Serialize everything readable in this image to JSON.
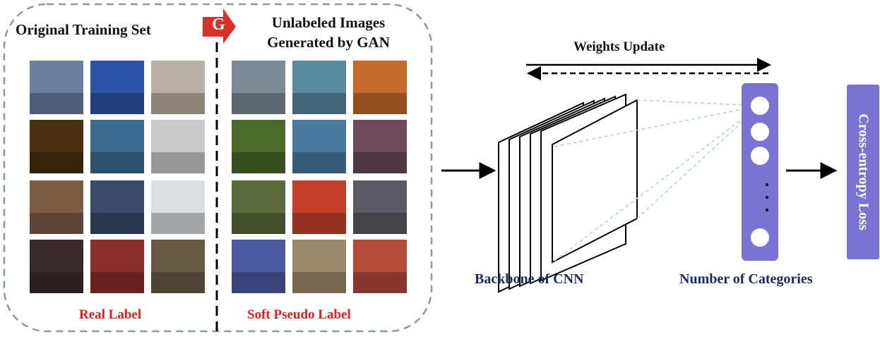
{
  "left_panel": {
    "title": "Original Training  Set",
    "label": "Real Label"
  },
  "generator": {
    "letter": "G"
  },
  "right_panel": {
    "title_line1": "Unlabeled Images",
    "title_line2": "Generated by GAN",
    "label": "Soft Pseudo Label"
  },
  "network": {
    "weights_update": "Weights Update",
    "backbone": "Backbone of CNN",
    "categories": "Number of Categories",
    "loss": "Cross-entropy Loss"
  },
  "colors": {
    "panel_border": "#8a9a9c",
    "red_label": "#e41b1b",
    "navy_label": "#1b2a5e",
    "node_fill": "#7b73d4",
    "dashed_lines": "#a8d4e2",
    "g_arrow": "#d9302a"
  },
  "real_images": [
    [
      "#6b7da0",
      "#2a55a8",
      "#b8b0a4"
    ],
    [
      "#4a2e10",
      "#3a6a92",
      "#c8cbc8"
    ],
    [
      "#7c5a44",
      "#3a4a6a",
      "#d8dee2"
    ],
    [
      "#3a2a2a",
      "#8a2c2c",
      "#6a5a44"
    ]
  ],
  "generated_images": [
    [
      "#7c8a96",
      "#5a8aa0",
      "#c46a2a"
    ],
    [
      "#4a6a2a",
      "#4a7aa2",
      "#6a4a5a"
    ],
    [
      "#5a6a3a",
      "#c4402a",
      "#5a5a62"
    ],
    [
      "#4a5aa2",
      "#9a8a6a",
      "#b44a3a"
    ]
  ]
}
